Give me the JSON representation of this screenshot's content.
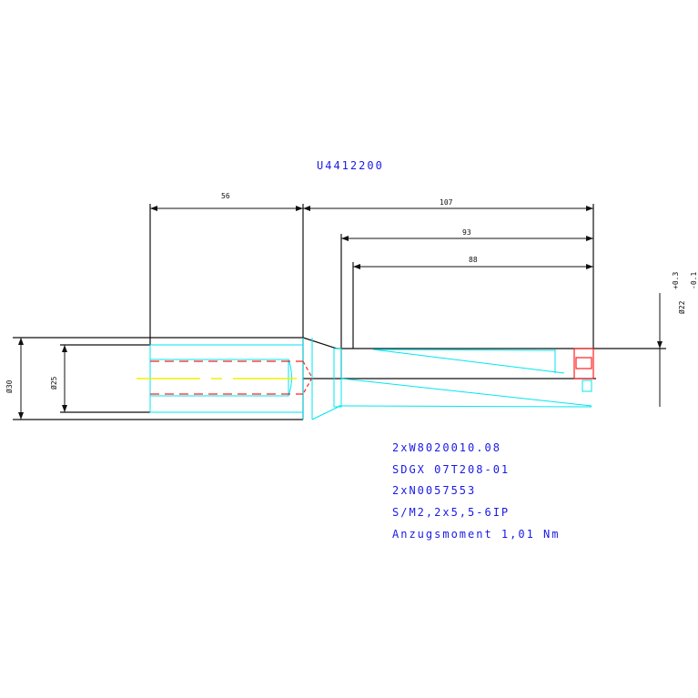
{
  "title": "U4412200",
  "dimensions": {
    "len_56": "56",
    "len_107": "107",
    "len_93": "93",
    "len_88": "88",
    "dia_30": "Ø30",
    "dia_25": "Ø25",
    "dia_22": "Ø22",
    "tol_upper": "+0.3",
    "tol_lower": "-0.1"
  },
  "notes": [
    "2xW8020010.08",
    "SDGX 07T208-01",
    "2xN0057553",
    "S/M2,2x5,5-6IP",
    "Anzugsmoment 1,01 Nm"
  ],
  "colors": {
    "text": "#1a1ae6",
    "outline": "#00e5f0",
    "hidden": "#ff2020",
    "center": "#f0f000",
    "dim": "#111111"
  }
}
